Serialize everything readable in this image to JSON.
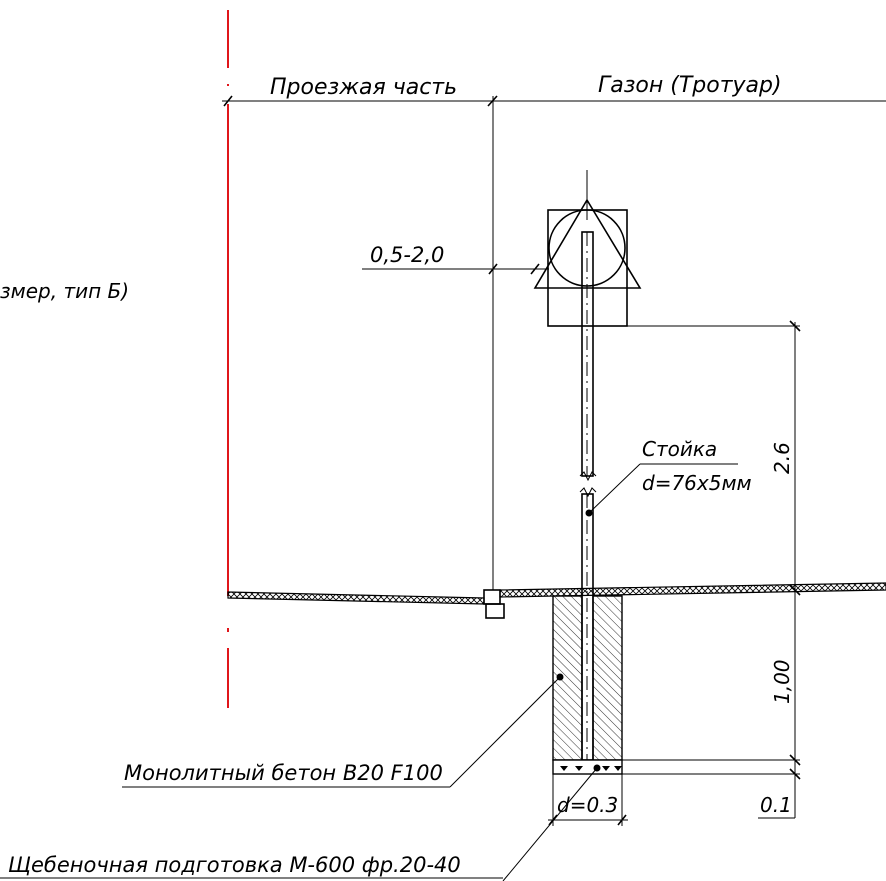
{
  "labels": {
    "carriageway": "Проезжая часть",
    "lawn": "Газон (Тротуар)",
    "clearance_dim": "0,5-2,0",
    "gabarit": "змер, тип Б)",
    "post_title": "Стойка",
    "post_diameter": "d=76x5мм",
    "height_dim": "2.6",
    "depth_dim": "1,00",
    "concrete": "Монолитный бетон B20 F100",
    "foundation_width": "d=0.3",
    "gravel_thickness": "0.1",
    "gravel": "Щебеночная подготовка М-600 фр.20-40"
  },
  "colors": {
    "axis_line": "#e0161b",
    "line": "#000000",
    "background": "#ffffff"
  }
}
